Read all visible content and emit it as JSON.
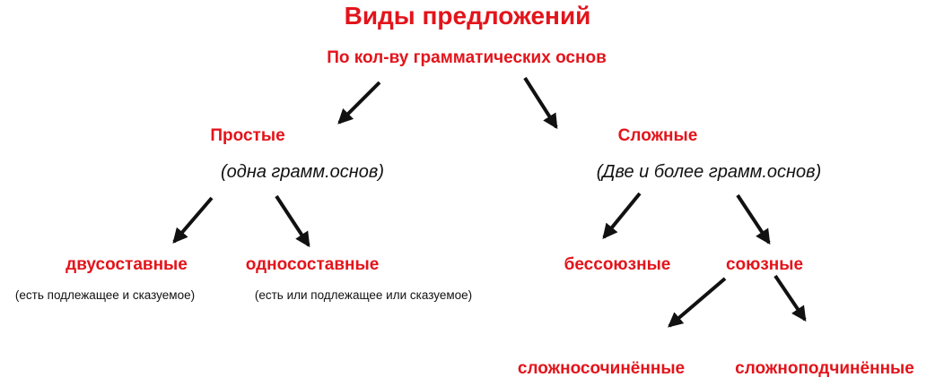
{
  "title": "Виды предложений",
  "subtitle": "По кол-ву грамматических основ",
  "simple": {
    "label": "Простые",
    "note": "(одна грамм.основ)",
    "two_part": {
      "label": "двусоставные",
      "note": "(есть подлежащее и сказуемое)"
    },
    "one_part": {
      "label": "односоставные",
      "note": "(есть или подлежащее или сказуемое)"
    }
  },
  "complex": {
    "label": "Сложные",
    "note": "(Две и более грамм.основ)",
    "asyndetic": {
      "label": "бессоюзные"
    },
    "conjunctive": {
      "label": "союзные",
      "compound": {
        "label": "сложносочинённые"
      },
      "complex_sub": {
        "label": "сложноподчинённые"
      }
    }
  },
  "colors": {
    "accent_red": "#e3141b",
    "text_black": "#111111",
    "arrow": "#111111",
    "background": "#ffffff"
  },
  "icons": {
    "arrow": "diagonal-arrow-icon"
  }
}
